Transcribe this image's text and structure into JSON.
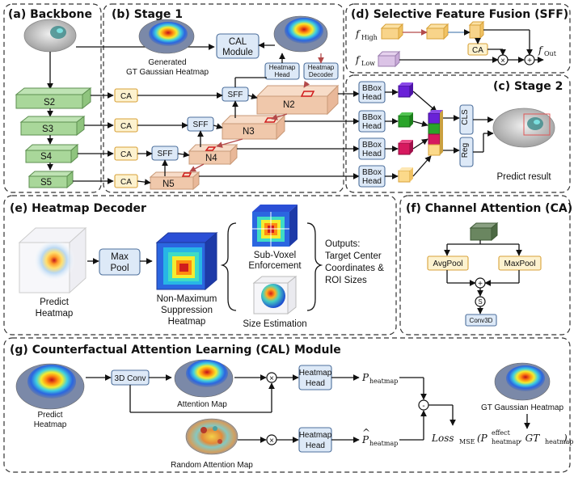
{
  "panels": {
    "a": "(a) Backbone",
    "b": "(b) Stage 1",
    "c": "(c) Stage 2",
    "d": "(d)  Selective Feature Fusion (SFF)",
    "e": "(e) Heatmap Decoder",
    "f": "(f) Channel Attention (CA)",
    "g": "(g) Counterfactual Attention Learning (CAL) Module"
  },
  "backbone": {
    "stages": [
      "S2",
      "S3",
      "S4",
      "S5"
    ]
  },
  "stage1": {
    "ca": "CA",
    "sff": "SFF",
    "necks": [
      "N2",
      "N3",
      "N4",
      "N5"
    ],
    "cal_line1": "CAL",
    "cal_line2": "Module",
    "generated_line1": "Generated",
    "generated_line2": "GT Gaussian Heatmap",
    "hm_head_line1": "Heatmap",
    "hm_head_line2": "Head",
    "hm_dec_line1": "Heatmap",
    "hm_dec_line2": "Decoder"
  },
  "stage2": {
    "bbox_line1": "BBox",
    "bbox_line2": "Head",
    "cls": "CLS",
    "reg": "Reg",
    "predict_result": "Predict result"
  },
  "sff": {
    "f": "f",
    "high": "High",
    "low": "Low",
    "out": "Out",
    "ca": "CA",
    "times": "×",
    "plus": "+"
  },
  "decoder": {
    "predict_line1": "Predict",
    "predict_line2": "Heatmap",
    "maxpool_line1": "Max",
    "maxpool_line2": "Pool",
    "nms_line1": "Non-Maximum",
    "nms_line2": "Suppression",
    "nms_line3": "Heatmap",
    "subvoxel_line1": "Sub-Voxel",
    "subvoxel_line2": "Enforcement",
    "size_est": "Size Estimation",
    "outputs": [
      "Outputs:",
      "Target Center",
      "Coordinates &",
      "ROI Sizes"
    ]
  },
  "ca_panel": {
    "avgpool": "AvgPool",
    "maxpool": "MaxPool",
    "plus": "+",
    "sigma": "S",
    "conv": "Conv3D"
  },
  "cal": {
    "predict_line1": "Predict",
    "predict_line2": "Heatmap",
    "conv3d": "3D Conv",
    "attention_map": "Attention Map",
    "random_map": "Random Attention Map",
    "hm_head_line1": "Heatmap",
    "hm_head_line2": "Head",
    "p": "P",
    "p_sub": "heatmap",
    "gt_heatmap": "GT Gaussian Heatmap",
    "loss": "Loss",
    "loss_sub": "MSE",
    "loss_args": "(P",
    "loss_sup": "effect",
    "loss_mid": ", GT",
    "loss_end": ")",
    "times": "×",
    "minus": "-"
  }
}
